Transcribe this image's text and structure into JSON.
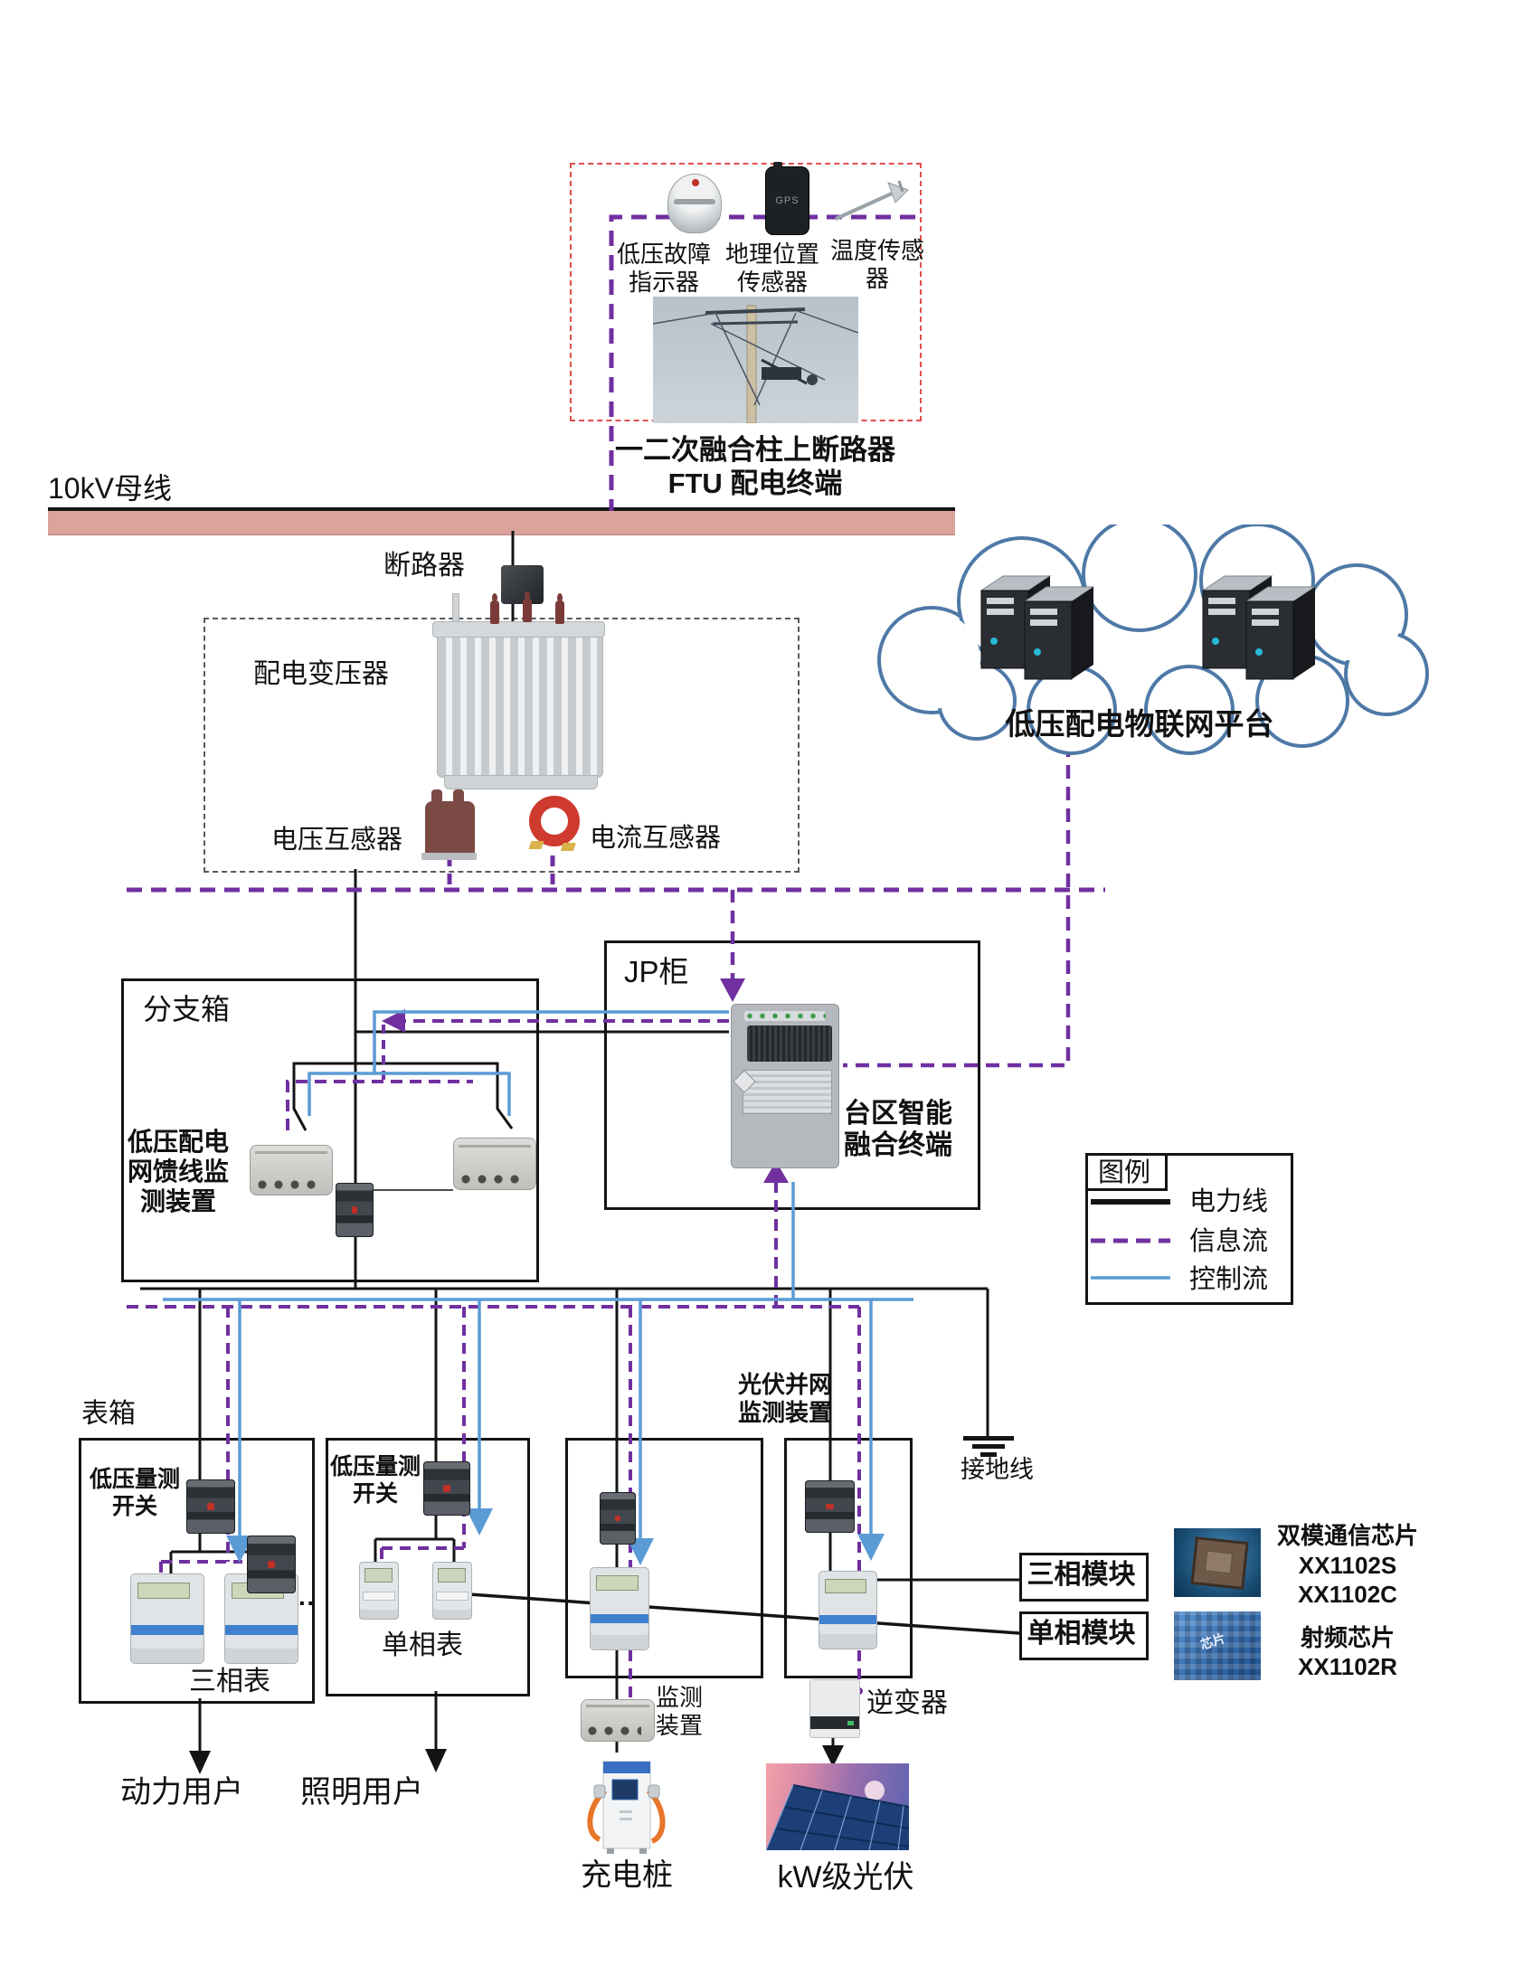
{
  "colors": {
    "power_line": "#141414",
    "info_flow": "#7030A0",
    "control_flow": "#5B9BD5",
    "bus_fill": "#DCA29C",
    "ftu_box_red": "#E0504E",
    "cloud_outline": "#4E79A7"
  },
  "top": {
    "bus_label": "10kV母线",
    "ftu_title": "一二次融合柱上断路器\nFTU 配电终端",
    "sensor_fault": "低压故障\n指示器",
    "sensor_gps": "地理位置\n传感器",
    "sensor_temp": "温度传感\n器",
    "gps_text": "GPS",
    "breaker": "断路器"
  },
  "mv": {
    "transformer": "配电变压器",
    "pt": "电压互感器",
    "ct": "电流互感器"
  },
  "cloud": {
    "platform": "低压配电物联网平台"
  },
  "jp": {
    "label": "JP柜",
    "terminal": "台区智能\n融合终端"
  },
  "branch": {
    "label": "分支箱",
    "monitor": "低压配电\n网馈线监\n测装置"
  },
  "legend": {
    "title": "图例",
    "power": "电力线",
    "info": "信息流",
    "control": "控制流"
  },
  "lv": {
    "meter_box": "表箱",
    "lv_switch": "低压量测\n开关",
    "three_phase_meter": "三相表",
    "single_phase_meter": "单相表",
    "dots": "··",
    "pv_monitor": "光伏并网\n监测装置",
    "monitor_device": "监测\n装置",
    "ground": "接地线",
    "module_three": "三相模块",
    "module_single": "单相模块",
    "inverter": "逆变器"
  },
  "chips": {
    "dual_title": "双模通信芯片",
    "dual_a": "XX1102S",
    "dual_b": "XX1102C",
    "rf_title": "射频芯片",
    "rf_a": "XX1102R",
    "chip_text": "芯片"
  },
  "bottom": {
    "power_user": "动力用户",
    "light_user": "照明用户",
    "charger": "充电桩",
    "pv": "kW级光伏"
  }
}
